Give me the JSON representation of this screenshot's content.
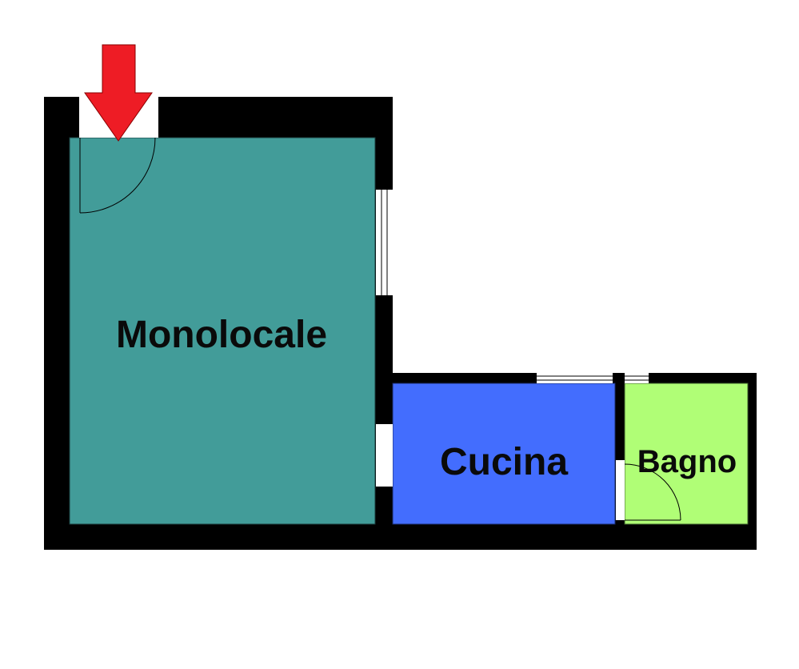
{
  "rooms": {
    "monolocale": {
      "label": "Monolocale",
      "color": "#429c99"
    },
    "cucina": {
      "label": "Cucina",
      "color": "#436dfe"
    },
    "bagno": {
      "label": "Bagno",
      "color": "#b0fe76"
    }
  },
  "colors": {
    "wall": "#000000",
    "opening": "#ffffff",
    "entrance_arrow": "#ee1c25"
  },
  "icons": {
    "entrance": "arrow-down-icon"
  }
}
